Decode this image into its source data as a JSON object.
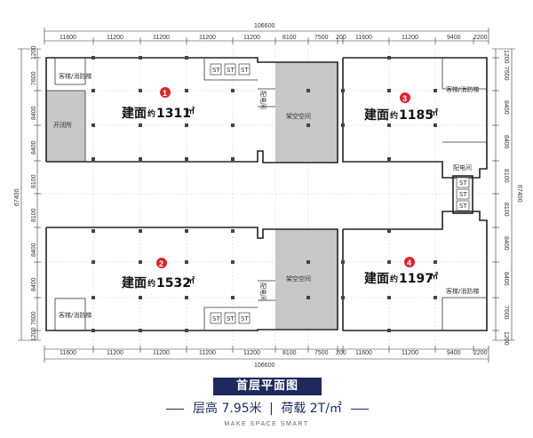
{
  "dimensions": {
    "total_width": "106600",
    "total_height": "67400",
    "top_segments": [
      "11600",
      "11200",
      "11200",
      "11200",
      "11200",
      "8100",
      "7500",
      "200",
      "11600",
      "11200",
      "9400",
      "2200"
    ],
    "side_segments": [
      "1200",
      "7600",
      "8400",
      "8400",
      "8100",
      "8100",
      "8400",
      "8400",
      "7600",
      "1200"
    ]
  },
  "units": [
    {
      "num": "1",
      "label": "建面",
      "unit_tag": "约",
      "value": "1311",
      "unit": "㎡"
    },
    {
      "num": "2",
      "label": "建面",
      "unit_tag": "约",
      "value": "1532",
      "unit": "㎡"
    },
    {
      "num": "3",
      "label": "建面",
      "unit_tag": "约",
      "value": "1185",
      "unit": "㎡"
    },
    {
      "num": "4",
      "label": "建面",
      "unit_tag": "约",
      "value": "1197",
      "unit": "㎡"
    }
  ],
  "room_labels": {
    "elevator_fire": "客梯/消防梯",
    "open_room": "开闭所",
    "power_room": "配电间",
    "overhead_space": "架空空间",
    "lift_tag": "ST"
  },
  "footer": {
    "title": "首层平面图",
    "floor_height": "层高 7.95米",
    "separator": "|",
    "load": "荷载 2T/㎡",
    "slogan": "MAKE SPACE SMART"
  },
  "colors": {
    "unit_marker": "#d9262b",
    "title_bg": "#1e2a5e",
    "overhead_fill": "#c7c7c7"
  }
}
